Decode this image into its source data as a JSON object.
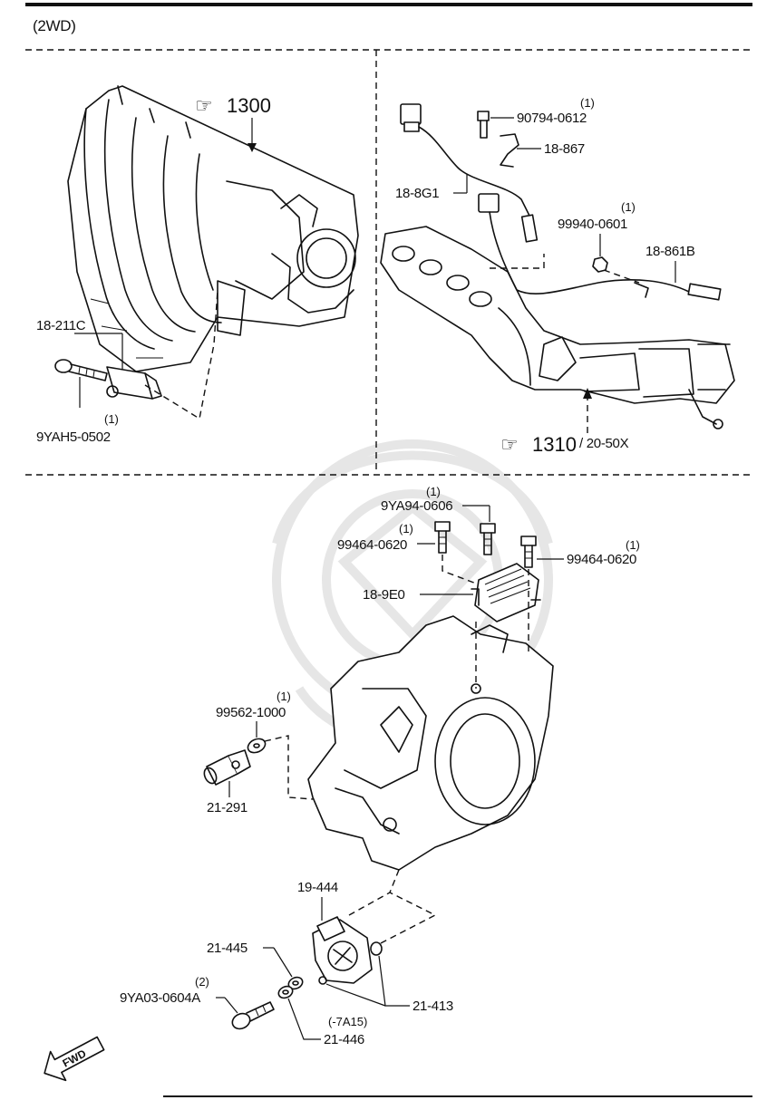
{
  "header": {
    "variant": "(2WD)"
  },
  "refs": {
    "ref_1300": "1300",
    "ref_1310": "1310",
    "ref_1310_sub": "/ 20-50X"
  },
  "parts": {
    "p_18_211C": "18-211C",
    "p_9YAH5_0502": "9YAH5-0502",
    "q_9YAH5_0502": "(1)",
    "p_90794_0612": "90794-0612",
    "q_90794_0612": "(1)",
    "p_18_867": "18-867",
    "p_18_8G1": "18-8G1",
    "p_99940_0601": "99940-0601",
    "q_99940_0601": "(1)",
    "p_18_861B": "18-861B",
    "p_9YA94_0606": "9YA94-0606",
    "q_9YA94_0606": "(1)",
    "p_99464_0620_left": "99464-0620",
    "q_99464_0620_left": "(1)",
    "p_99464_0620_right": "99464-0620",
    "q_99464_0620_right": "(1)",
    "p_18_9E0": "18-9E0",
    "p_99562_1000": "99562-1000",
    "q_99562_1000": "(1)",
    "p_21_291": "21-291",
    "p_19_444": "19-444",
    "p_21_445": "21-445",
    "p_9YA03_0604A": "9YA03-0604A",
    "q_9YA03_0604A": "(2)",
    "p_21_413": "21-413",
    "p_7A15": "(-7A15)",
    "p_21_446": "21-446"
  },
  "fwd": {
    "label": "FWD"
  },
  "icons": {
    "reference": "pointing-hand-icon",
    "forward": "forward-arrow-icon"
  }
}
